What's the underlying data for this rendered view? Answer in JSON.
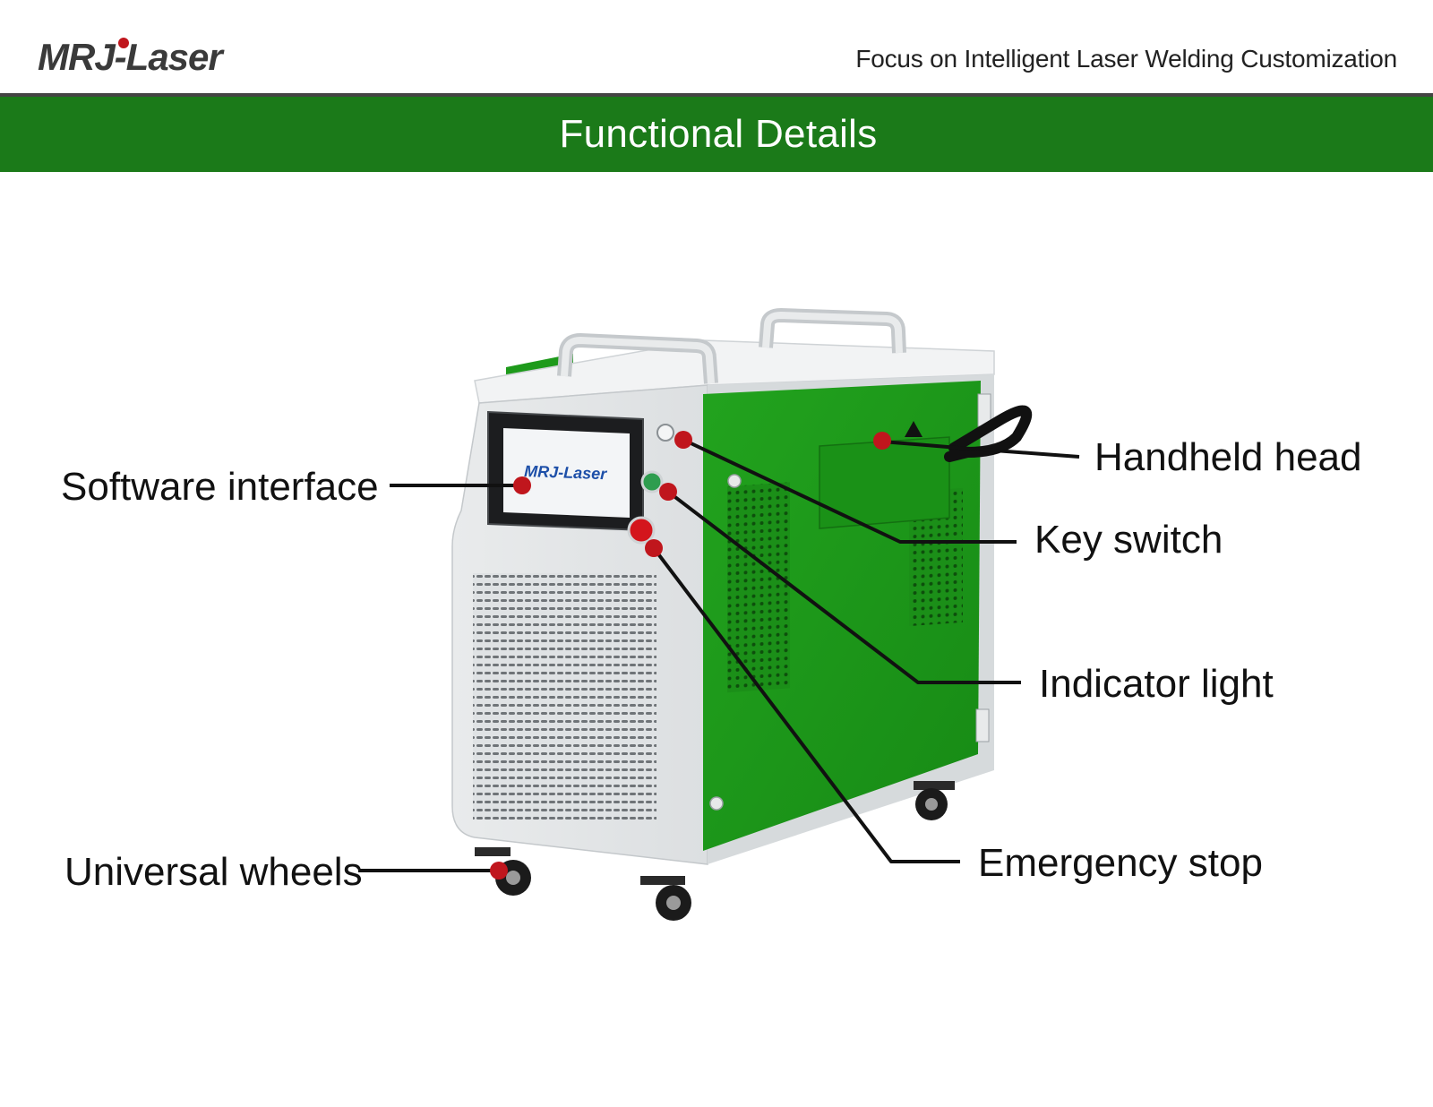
{
  "header": {
    "logo_text": "MRJ-Laser",
    "tagline": "Focus on Intelligent Laser Welding Customization"
  },
  "banner": {
    "title": "Functional Details"
  },
  "machine": {
    "screen_logo_text": "MRJ-Laser"
  },
  "callouts": {
    "software_interface": "Software interface",
    "universal_wheels": "Universal wheels",
    "handheld_head": "Handheld head",
    "key_switch": "Key switch",
    "indicator_light": "Indicator light",
    "emergency_stop": "Emergency stop"
  },
  "colors": {
    "banner_green": "#1b7a19",
    "panel_green": "#1f9a1c",
    "marker_red": "#c0161d",
    "cabinet_gray": "#e6e8ea"
  }
}
